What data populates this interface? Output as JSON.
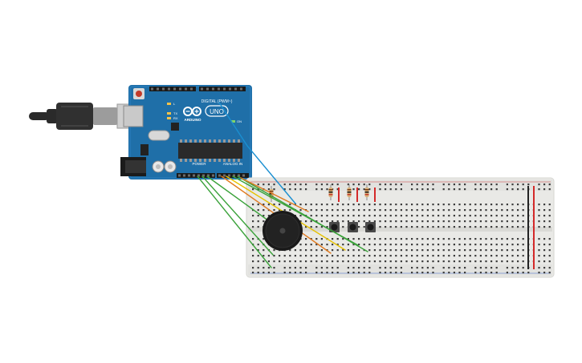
{
  "arduino": {
    "brand": "ARDUINO",
    "model": "UNO",
    "digital_label": "DIGITAL (PWM~)",
    "power_label": "POWER",
    "analog_label": "ANALOG IN",
    "led_labels": [
      "L",
      "TX",
      "RX"
    ],
    "on_label": "ON",
    "board_color": "#1f6fa8",
    "logo_icon": "arduino-infinity-logo-icon"
  },
  "components": {
    "buzzer_icon": "piezo-buzzer-icon",
    "button_icon": "pushbutton-icon",
    "resistor_icon": "resistor-icon",
    "usb_icon": "usb-cable-icon"
  },
  "wire_colors": {
    "green": "#3aa23a",
    "orange": "#e07a1f",
    "yellow": "#e6c200",
    "blue": "#1a8fd1",
    "red": "#d42a2a",
    "black": "#222222"
  }
}
